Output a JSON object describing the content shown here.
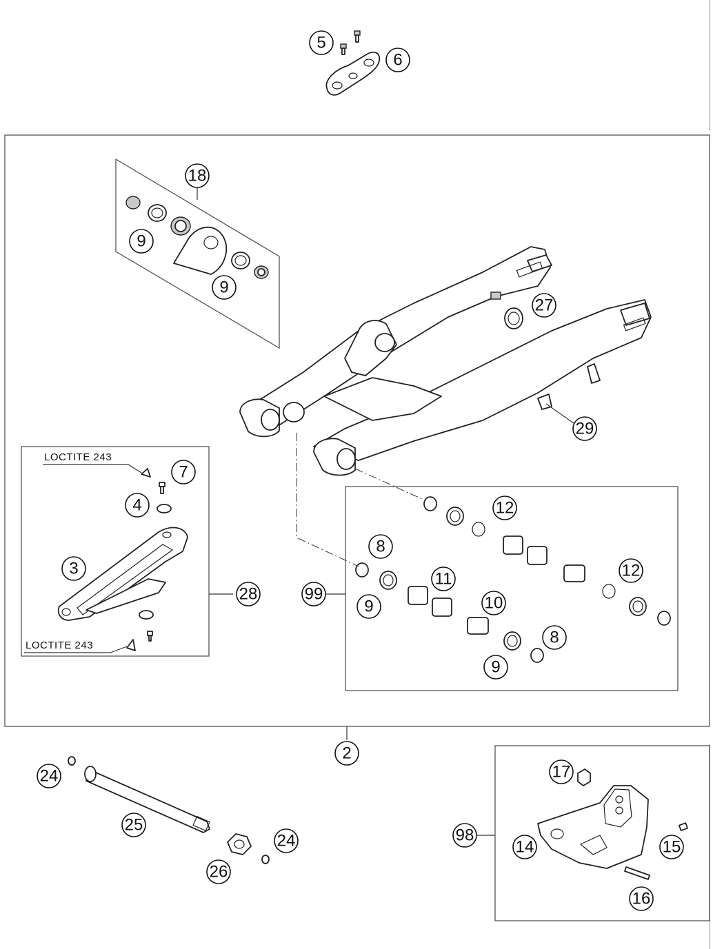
{
  "diagram": {
    "callouts": {
      "c5": "5",
      "c6": "6",
      "c18": "18",
      "c9a": "9",
      "c9b": "9",
      "c27": "27",
      "c29": "29",
      "c7": "7",
      "c4": "4",
      "c3": "3",
      "c28": "28",
      "c12a": "12",
      "c8a": "8",
      "c11": "11",
      "c99": "99",
      "c9c": "9",
      "c10": "10",
      "c12b": "12",
      "c8b": "8",
      "c9d": "9",
      "c2": "2",
      "c24a": "24",
      "c25": "25",
      "c24b": "24",
      "c26": "26",
      "c17": "17",
      "c98": "98",
      "c14": "14",
      "c15": "15",
      "c16": "16"
    },
    "notes": {
      "loctite_top": "LOCTITE 243",
      "loctite_bottom": "LOCTITE 243"
    },
    "colors": {
      "line": "#222222",
      "frame": "#555555",
      "shade": "#c9c9c9",
      "edge_mark": "#dd6666"
    }
  }
}
